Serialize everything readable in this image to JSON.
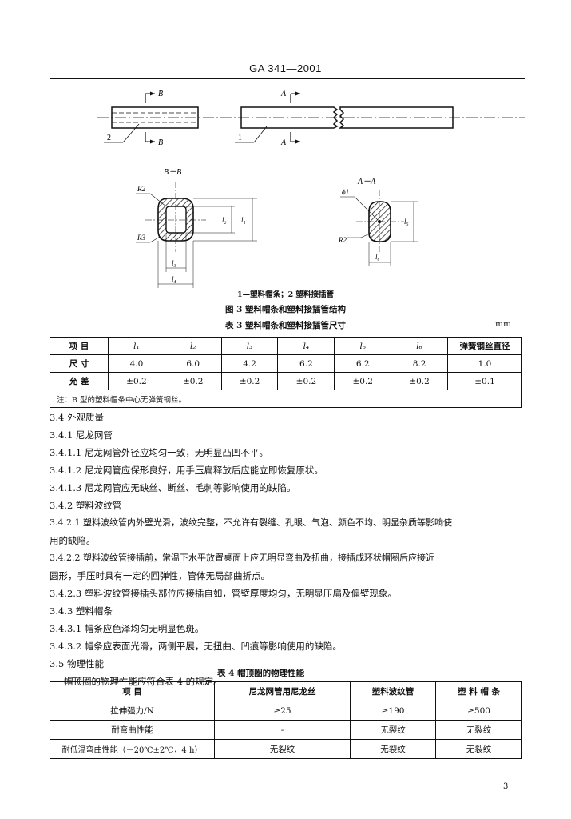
{
  "header": {
    "code": "GA 341—2001"
  },
  "figure3": {
    "labels": {
      "b_top": "B",
      "b_bottom": "B",
      "a_top": "A",
      "a_bottom": "A",
      "callout_2": "2",
      "callout_1": "1",
      "section_bb": "B－B",
      "section_aa": "A－A",
      "r2_left": "R2",
      "r3": "R3",
      "r2_right": "R2",
      "phi1": "ϕ1",
      "l1": "l₁",
      "l2": "l₂",
      "l3": "l₃",
      "l4": "l₄",
      "l5": "l₅",
      "l6": "l₆"
    },
    "legend": "1—塑料帽条；2  塑料接插管",
    "caption": "图 3   塑料帽条和塑料接插管结构"
  },
  "table3": {
    "caption": "表 3   塑料帽条和塑料接插管尺寸",
    "unit": "mm",
    "headers": [
      "项    目",
      "l₁",
      "l₂",
      "l₃",
      "l₄",
      "l₅",
      "l₆",
      "弹簧钢丝直径"
    ],
    "rows": [
      [
        "尺    寸",
        "4.0",
        "6.0",
        "4.2",
        "6.2",
        "6.2",
        "8.2",
        "1.0"
      ],
      [
        "允    差",
        "±0.2",
        "±0.2",
        "±0.2",
        "±0.2",
        "±0.2",
        "±0.2",
        "±0.1"
      ]
    ],
    "note": "注：B 型的塑料帽条中心无弹簧钢丝。"
  },
  "paragraphs": [
    "3.4  外观质量",
    "3.4.1   尼龙网管",
    "3.4.1.1   尼龙网管外径应均匀一致，无明显凸凹不平。",
    "3.4.1.2   尼龙网管应保形良好，用手压扁释放后应能立即恢复原状。",
    "3.4.1.3   尼龙网管应无缺丝、断丝、毛刺等影响使用的缺陷。",
    "3.4.2   塑料波纹管",
    "3.4.2.1   塑料波纹管内外壁光滑，波纹完整，不允许有裂缝、孔眼、气泡、颜色不均、明显杂质等影响使",
    "用的缺陷。",
    "3.4.2.2   塑料波纹管接插前，常温下水平放置桌面上应无明显弯曲及扭曲，接插成环状帽圈后应接近",
    "圆形，手压时具有一定的回弹性，管体无局部曲折点。",
    "3.4.2.3   塑料波纹管接插头部位应接插自如，管壁厚度均匀，无明显压扁及偏壁现象。",
    "3.4.3   塑料帽条",
    "3.4.3.1   帽条应色泽均匀无明显色斑。",
    "3.4.3.2   帽条应表面光滑，两侧平展，无扭曲、凹痕等影响使用的缺陷。",
    "3.5   物理性能",
    "帽顶圈的物理性能应符合表 4 的规定。"
  ],
  "table4": {
    "caption": "表 4   帽顶圈的物理性能",
    "headers": [
      "项        目",
      "尼龙网管用尼龙丝",
      "塑料波纹管",
      "塑 料 帽 条"
    ],
    "rows": [
      [
        "拉伸强力/N",
        "≥25",
        "≥190",
        "≥500"
      ],
      [
        "耐弯曲性能",
        "-",
        "无裂纹",
        "无裂纹"
      ],
      [
        "耐低温弯曲性能（－20℃±2℃，4 h）",
        "无裂纹",
        "无裂纹",
        "无裂纹"
      ]
    ]
  },
  "page_number": "3"
}
